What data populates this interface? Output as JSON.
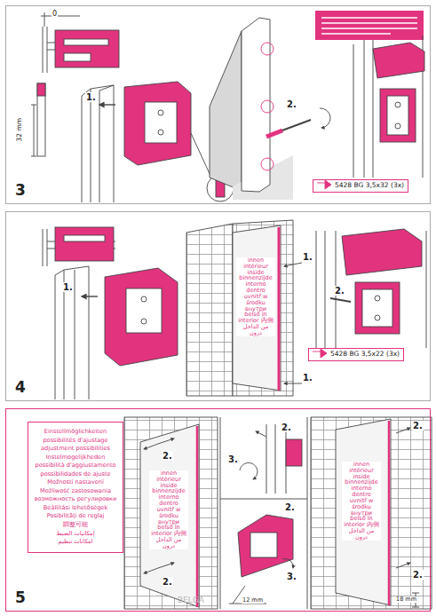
{
  "diagram": {
    "nodes": [
      {
        "text": [
          "3"
        ]
      },
      {
        "text": [
          "4"
        ]
      },
      {
        "text": [
          "5"
        ]
      },
      {
        "text": [
          "5428 BG 3,5x32 (3x)"
        ],
        "in": 0
      },
      {
        "text": [
          "5428 BG 3,5x22 (3x)"
        ],
        "in": 1
      },
      {
        "text": [
          "Einstellmöglichkeiten",
          "possibilités d'ajustage",
          "adjustment possibilities",
          "Instelmogelijkheden",
          "possibilità d'aggiustamento",
          "possibilidades de ajuste",
          "Možnosti nastavení",
          "Możliwość zastosowania",
          "возможность регулировки",
          "Beállítási lehetőségek",
          "Posibilități de reglaj",
          "調整可能",
          "إمكانيات الضبط",
          "امکانات تنظیم"
        ],
        "in": 2
      }
    ],
    "labels": [
      "0",
      "32 mm",
      "1.",
      "2.",
      "1.",
      "innen intérieur inside binnenzijde interno dentro uvnitř w środku внутри belső în interior 内側 من الداخل درون",
      "1.",
      "1.",
      "2.",
      "2.",
      "2.",
      "innen intérieur inside binnenzijde interno dentro uvnitř w środku внутри belső în interior 内側 من الداخل درون",
      "2.",
      "3.",
      "2.",
      "3.",
      "12 mm",
      "2.",
      "innen intérieur inside binnenzijde interno dentro uvnitř w środku внутри belső în interior 内側 من الداخل درون",
      "2.",
      "18 mm",
      "BELGA"
    ]
  }
}
